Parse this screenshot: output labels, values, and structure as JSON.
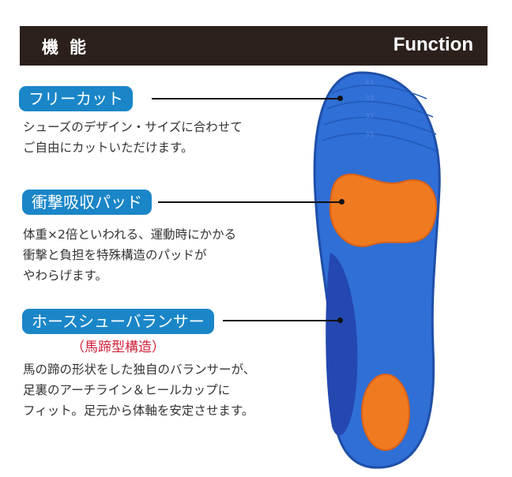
{
  "header": {
    "title": "機能",
    "title_en": "Function"
  },
  "features": [
    {
      "label": "フリーカット",
      "desc": [
        "シューズのデザイン・サイズに合わせて",
        "ご自由にカットいただけます。"
      ]
    },
    {
      "label": "衝撃吸収パッド",
      "desc": [
        "体重×2倍といわれる、運動時にかかる",
        "衝撃と負担を特殊構造のパッドが",
        "やわらげます。"
      ]
    },
    {
      "label": "ホースシューバランサー",
      "sublabel": "（馬蹄型構造）",
      "desc": [
        "馬の蹄の形状をした独自のバランサーが、",
        "足裏のアーチライン＆ヒールカップに",
        "フィット。足元から体軸を安定させます。"
      ]
    }
  ],
  "insole": {
    "sizes": [
      "41",
      "39",
      "37",
      "35"
    ]
  },
  "colors": {
    "header": "#2b201b",
    "pill": "#1a86c8",
    "insole": "#2f6fd6",
    "pad": "#f07a20",
    "subtitle": "#d0213a"
  }
}
